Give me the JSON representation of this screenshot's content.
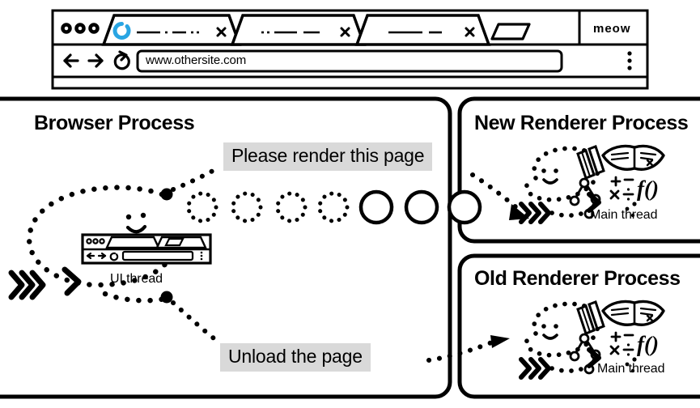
{
  "browser_window": {
    "name": "browser-window",
    "window_controls": [
      "dot",
      "dot",
      "dot"
    ],
    "tabs": [
      {
        "name": "tab-active",
        "title_placeholder": "— · — ··",
        "loading": true,
        "close": "×"
      },
      {
        "name": "tab-2",
        "title_placeholder": "·· —— —",
        "loading": false,
        "close": "×"
      },
      {
        "name": "tab-3",
        "title_placeholder": "——  —",
        "loading": false,
        "close": "×"
      }
    ],
    "new_tab_button": "new-tab-button",
    "brand_label": "meow",
    "toolbar": {
      "back": "←",
      "forward": "→",
      "reload": "⟳",
      "url_value": "www.othersite.com",
      "menu": "⋮"
    },
    "spinner_color": "#29a5e3"
  },
  "panels": {
    "browser_process": {
      "title": "Browser Process",
      "thread_label": "UI thread",
      "message_out": "Please render this page",
      "message_out2": "Unload the page",
      "navigation_circles": {
        "dotted_count": 4,
        "solid_count": 3
      }
    },
    "new_renderer_process": {
      "title": "New Renderer Process",
      "thread_label": "Main thread"
    },
    "old_renderer_process": {
      "title": "Old Renderer Process",
      "thread_label": "Main thread"
    }
  },
  "colors": {
    "ink": "#000000",
    "message_bg": "#d9d9d9",
    "page_bg": "#ffffff",
    "accent_blue": "#29a5e3"
  }
}
